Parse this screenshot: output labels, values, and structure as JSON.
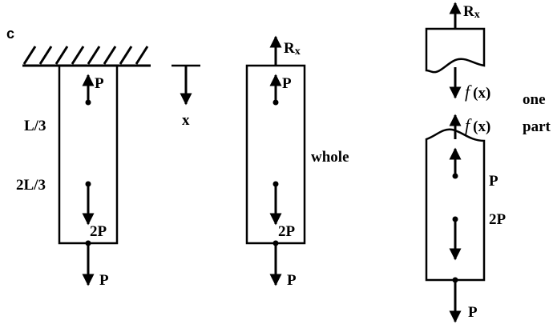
{
  "labels": {
    "panel": "c",
    "left_P_top": "P",
    "left_L3": "L/3",
    "left_2L3": "2L/3",
    "left_2P": "2P",
    "left_P_bottom": "P",
    "axis_x": "x",
    "mid_Rx_R": "R",
    "mid_Rx_sub": "x",
    "mid_P_top": "P",
    "mid_whole": "whole",
    "mid_2P": "2P",
    "mid_P_bottom": "P",
    "right_Rx_R": "R",
    "right_Rx_sub": "x",
    "right_fx_top_f": "f",
    "right_fx_top_arg": "(x)",
    "right_one": "one",
    "right_part": "part",
    "right_fx_bot_f": "f",
    "right_fx_bot_arg": "(x)",
    "right_P_mid": "P",
    "right_2P": "2P",
    "right_P_bottom": "P"
  }
}
